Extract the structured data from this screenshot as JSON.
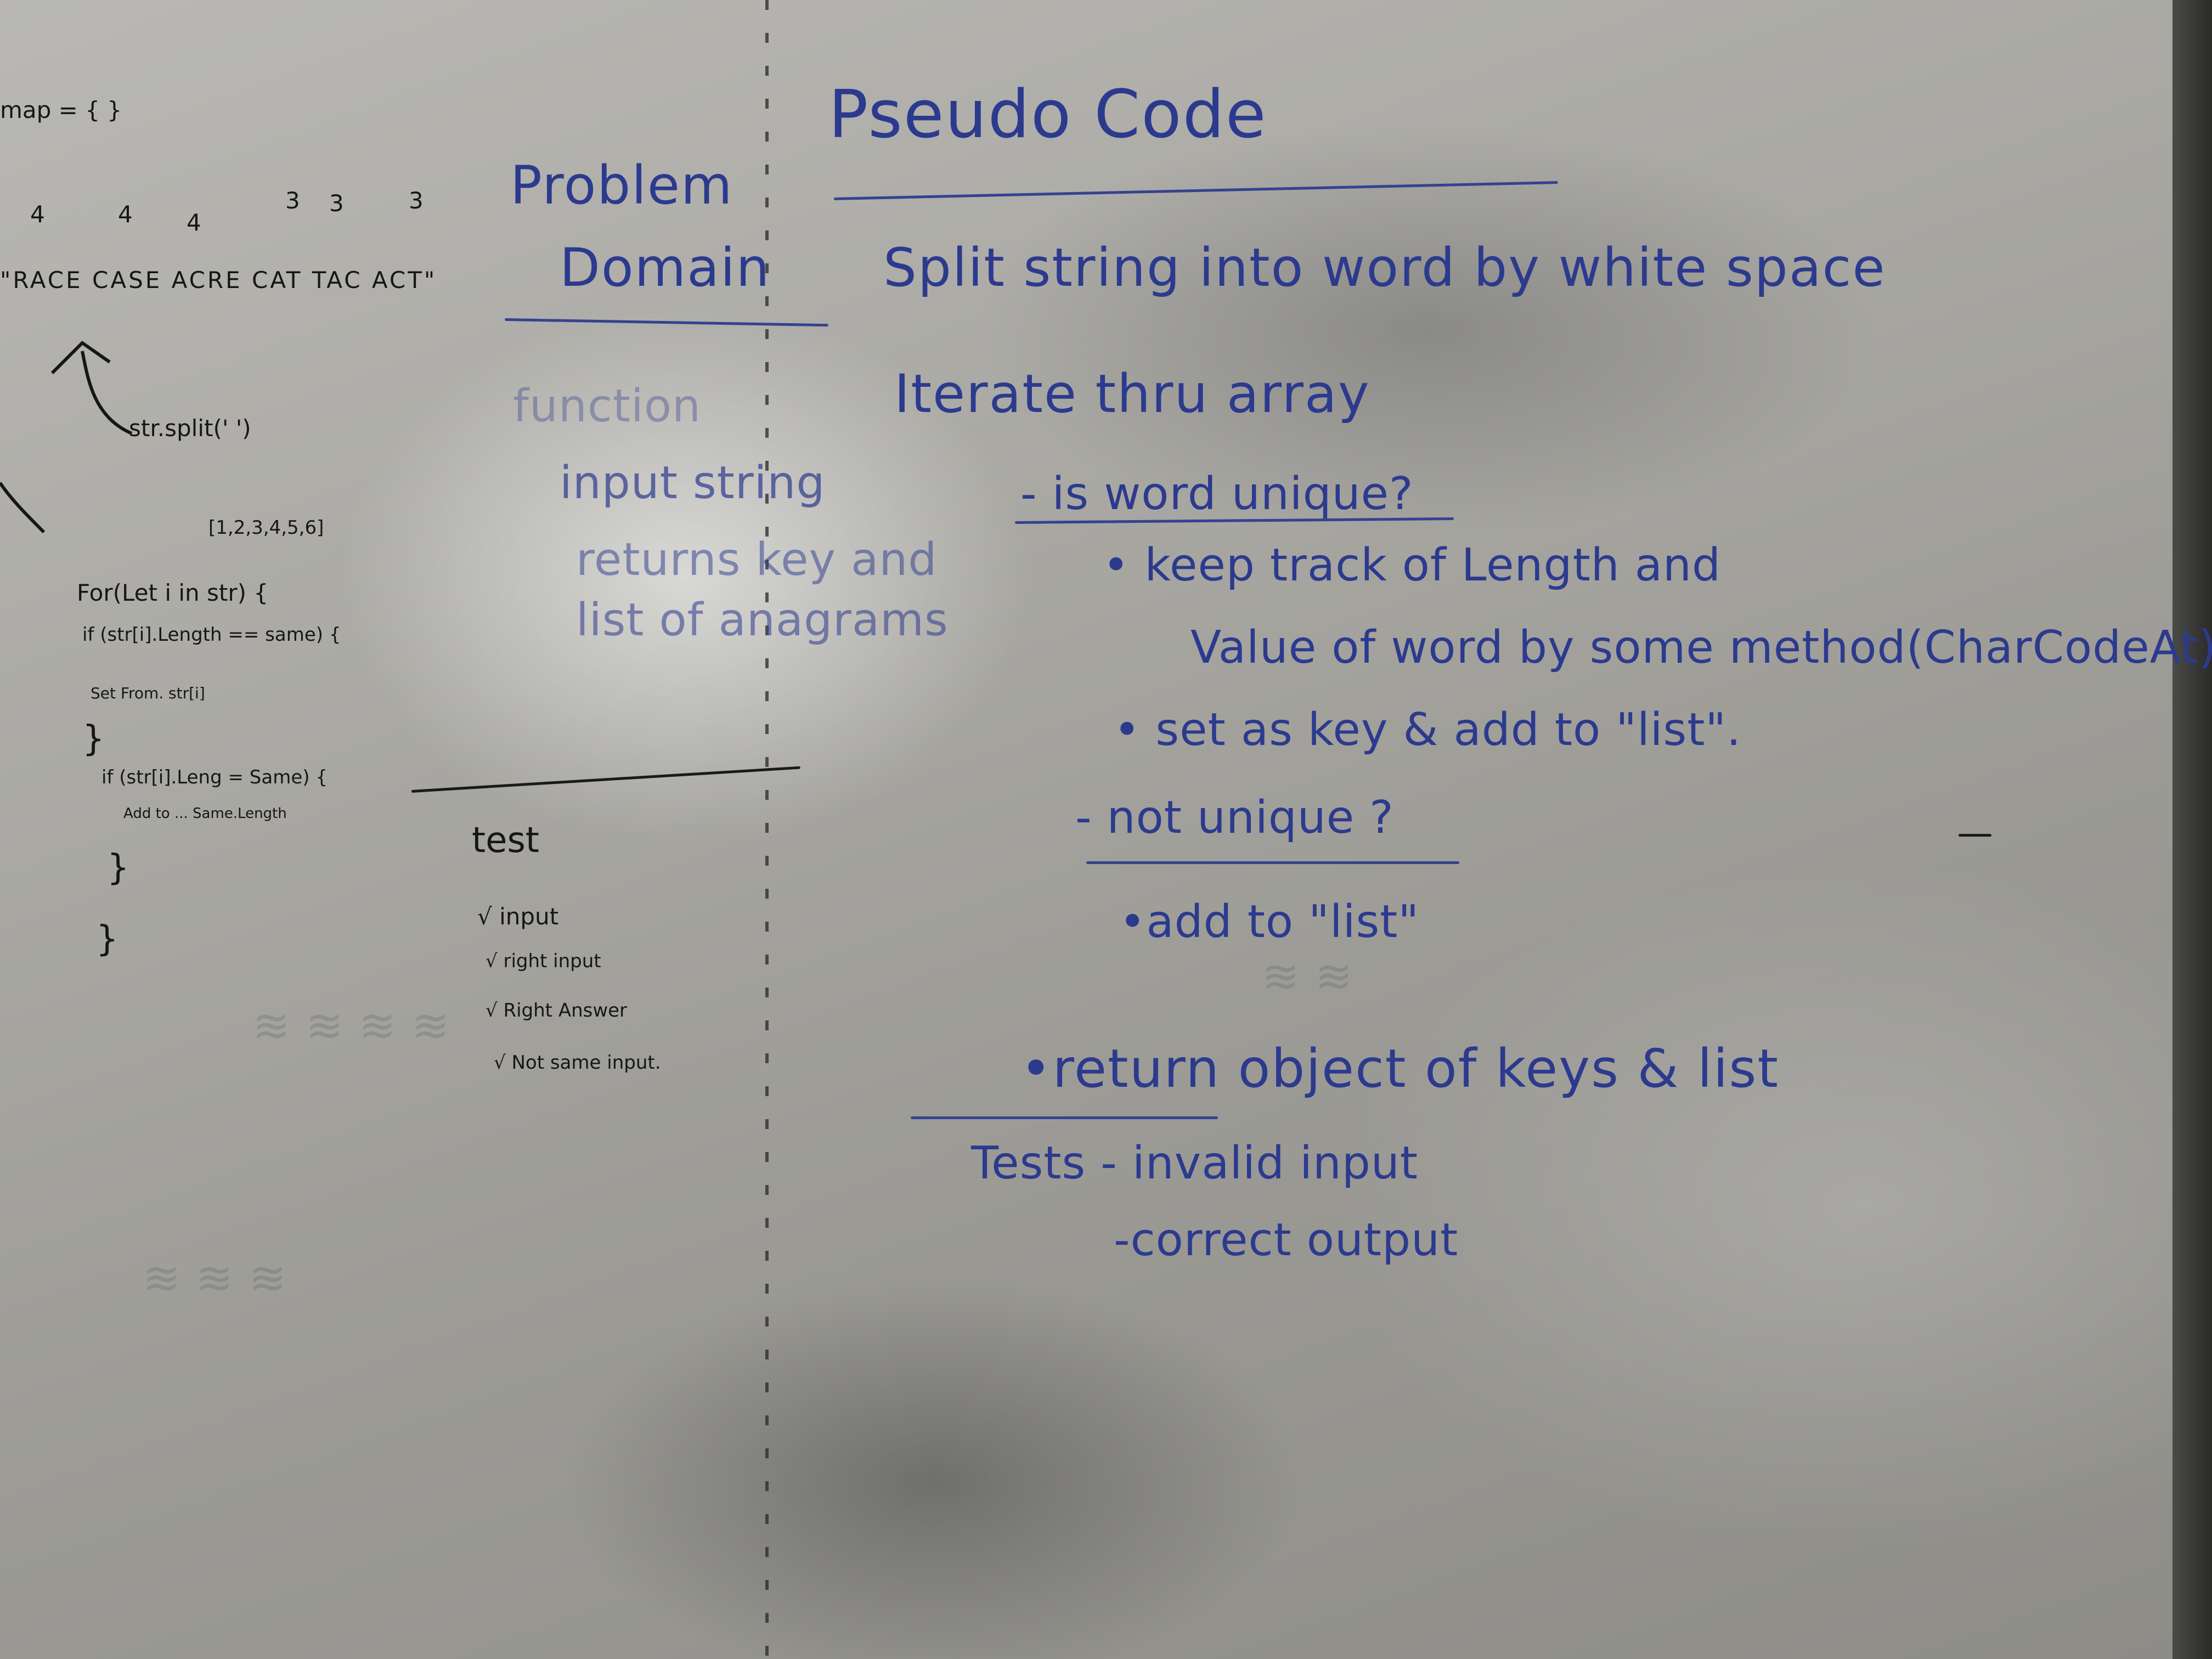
{
  "left_code": {
    "map_line": "map = { }",
    "counts": [
      "4",
      "4",
      "4",
      "3",
      "3",
      "3"
    ],
    "words": "\"RACE CASE ACRE CAT TAC ACT\"",
    "split_call": "str.split(' ')",
    "array_line": "[1,2,3,4,5,6]",
    "code_lines": [
      "For(Let i in str) {",
      "if (str[i].Length == same) {",
      "Set From. str[i]",
      "}",
      "if (str[i].Leng = Same) {",
      "Add to ... Same.Length",
      "}",
      "}"
    ]
  },
  "problem_domain": {
    "heading_line1": "Problem",
    "heading_line2": "Domain",
    "faded_lines": [
      "function",
      "input string",
      "returns key and",
      "list of anagrams"
    ]
  },
  "tests_section": {
    "heading": "test",
    "items": [
      "√ input",
      "√ right input",
      "√ Right Answer",
      "√ Not same input."
    ]
  },
  "pseudo_code": {
    "title": "Pseudo Code",
    "steps": [
      "Split string into word by white space",
      "Iterate thru array",
      "- is word unique?",
      "• keep track of Length and",
      "Value of word by some method(CharCodeAt)",
      "• set as key & add to \"list\".",
      "- not unique ?",
      "•add to \"list\"",
      "•return object of keys & list",
      "Tests - invalid input",
      "-correct output"
    ]
  },
  "colors": {
    "blue_marker": "#2c3a8e",
    "black_marker": "#161616",
    "board": "#a9a8a3"
  }
}
